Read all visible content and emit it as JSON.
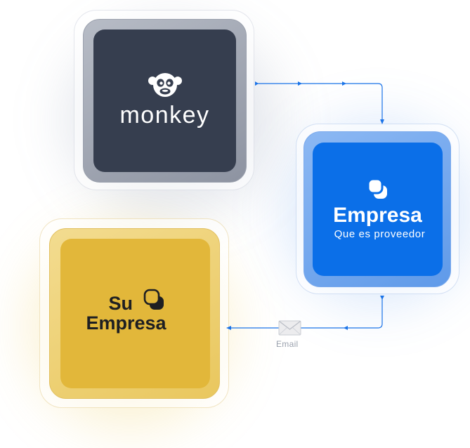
{
  "nodes": {
    "monkey": {
      "label": "monkey",
      "icon": "monkey-face-icon",
      "color": "#363e4f"
    },
    "proveedor": {
      "label": "Empresa",
      "sublabel": "Que es proveedor",
      "icon": "chat-bubbles-icon",
      "color": "#0b6fe8"
    },
    "su_empresa": {
      "label_line1": "Su",
      "label_line2": "Empresa",
      "icon": "chat-bubbles-icon",
      "color": "#e2b73a"
    }
  },
  "connections": [
    {
      "from": "monkey",
      "to": "proveedor"
    },
    {
      "from": "proveedor",
      "to": "su_empresa",
      "label": "Email",
      "icon": "envelope-icon"
    }
  ],
  "colors": {
    "connector": "#1a73e8",
    "email_label": "#9aa1ad"
  }
}
